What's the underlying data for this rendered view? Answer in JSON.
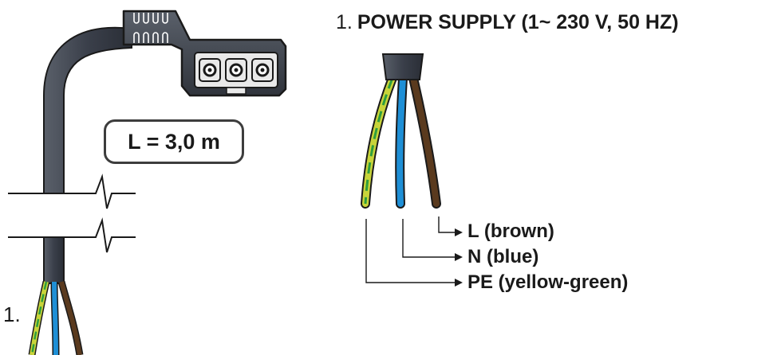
{
  "title": {
    "number": "1.",
    "text": "POWER SUPPLY (1~ 230 V, 50 HZ)"
  },
  "cable_length": "L = 3,0 m",
  "bottom_ref": "1.",
  "wires": [
    {
      "label": "L (brown)",
      "color": "#5a3a1e"
    },
    {
      "label": "N (blue)",
      "color": "#1e8fd6"
    },
    {
      "label": "PE (yellow-green)",
      "color": "#c8d43a",
      "stripe": "#2e9e3e"
    }
  ],
  "colors": {
    "cable": "#3a3f4a",
    "outline": "#1a1a1a",
    "plug_face": "#e9e9e9"
  }
}
